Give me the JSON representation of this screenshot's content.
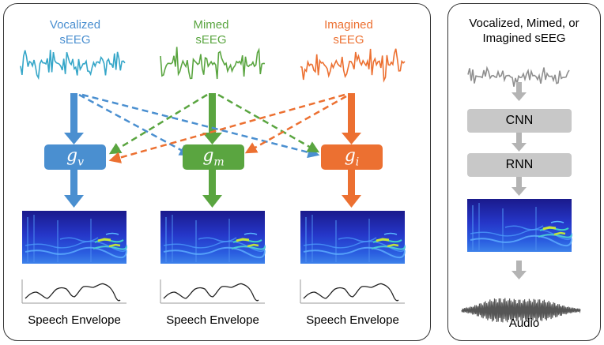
{
  "colors": {
    "vocalized": "#4a8fd0",
    "mimed": "#5aa540",
    "imagined": "#ec7031",
    "pipeline_gray": "#c8c8c8",
    "arrow_gray": "#b4b4b4"
  },
  "left": {
    "columns": [
      {
        "label_line1": "Vocalized",
        "label_line2": "sEEG",
        "node_symbol": "g",
        "node_subscript": "v",
        "caption": "Speech Envelope"
      },
      {
        "label_line1": "Mimed",
        "label_line2": "sEEG",
        "node_symbol": "g",
        "node_subscript": "m",
        "caption": "Speech Envelope"
      },
      {
        "label_line1": "Imagined",
        "label_line2": "sEEG",
        "node_symbol": "g",
        "node_subscript": "i",
        "caption": "Speech Envelope"
      }
    ]
  },
  "right": {
    "title_line1": "Vocalized, Mimed, or",
    "title_line2": "Imagined sEEG",
    "stages": [
      "CNN",
      "RNN"
    ],
    "output_label": "Audio"
  }
}
